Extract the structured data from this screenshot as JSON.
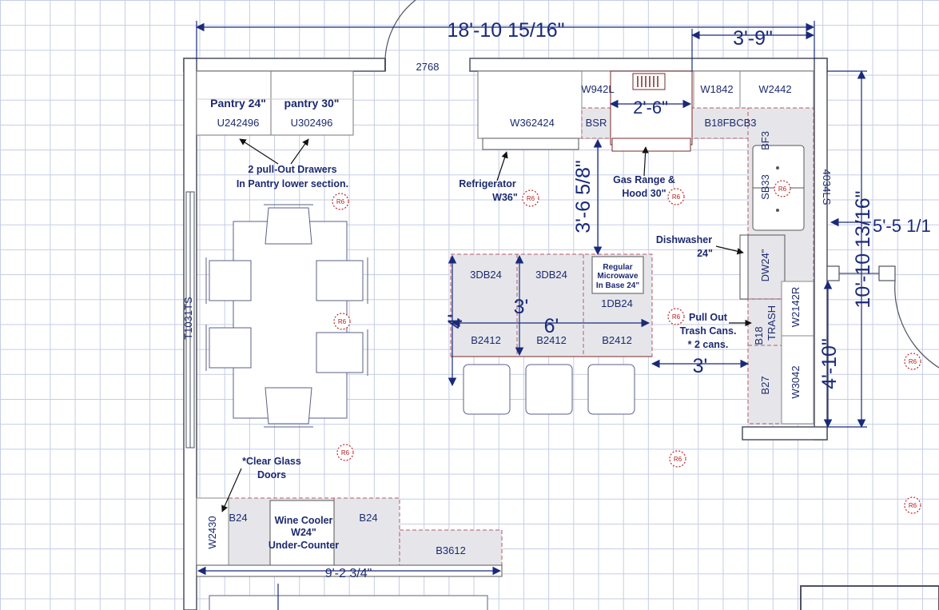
{
  "dimensions": {
    "top_overall": "18'-10 15/16\"",
    "top_right": "3'-9\"",
    "range_width": "2'-6\"",
    "right_height": "10'-10 13/16\"",
    "right_partial": "5'-5 1/1",
    "right_lower": "4'-10\"",
    "walk_vertical": "3'-6 5/8\"",
    "island_depth": "4'",
    "island_inner": "3'",
    "island_length": "6'",
    "aisle": "3'",
    "bottom_run": "9'-2 3/4\""
  },
  "window_code": "2768",
  "cabinets": {
    "pantry_1_name": "Pantry 24\"",
    "pantry_1_code": "U242496",
    "pantry_2_name": "pantry 30\"",
    "pantry_2_code": "U302496",
    "w362424": "W362424",
    "w942l": "W942L",
    "w1842": "W1842",
    "w2442": "W2442",
    "bsr": "BSR",
    "b18fbcb3": "B18FBCB3",
    "bf3": "BF3",
    "sb33": "SB33",
    "w4034ls": "4034LS",
    "dw24": "DW24\"",
    "w2142r": "W2142R",
    "b18_trash_1": "B18",
    "b18_trash_2": "TRASH",
    "b27": "B27",
    "w3042": "W3042",
    "island_3db24_a": "3DB24",
    "island_3db24_b": "3DB24",
    "island_1db24": "1DB24",
    "island_b2412_a": "B2412",
    "island_b2412_b": "B2412",
    "island_b2412_c": "B2412",
    "micro_1": "Regular",
    "micro_2": "Microwave",
    "micro_3": "In Base 24\"",
    "w2430": "W2430",
    "b24_a": "B24",
    "b24_b": "B24",
    "wine_1": "Wine Cooler",
    "wine_2": "W24\"",
    "wine_3": "Under-Counter",
    "b3612": "B3612",
    "t1031ts": "T1031TS"
  },
  "notes": {
    "drawers_1": "2 pull-Out Drawers",
    "drawers_2": "In Pantry lower section.",
    "fridge_1": "Refrigerator",
    "fridge_2": "W36\"",
    "range_1": "Gas Range &",
    "range_2": "Hood 30\"",
    "dishwasher_1": "Dishwasher",
    "dishwasher_2": "24\"",
    "trash_1": "Pull Out",
    "trash_2": "Trash Cans.",
    "trash_3": "* 2 cans.",
    "glass_1": "*Clear Glass",
    "glass_2": "Doors"
  },
  "light_marker": "R6",
  "colors": {
    "wall": "#565b6a",
    "ink": "#1c2a70",
    "counter": "#e6e6ea",
    "cabinet_line": "#c7515f",
    "light": "#c0282c"
  }
}
